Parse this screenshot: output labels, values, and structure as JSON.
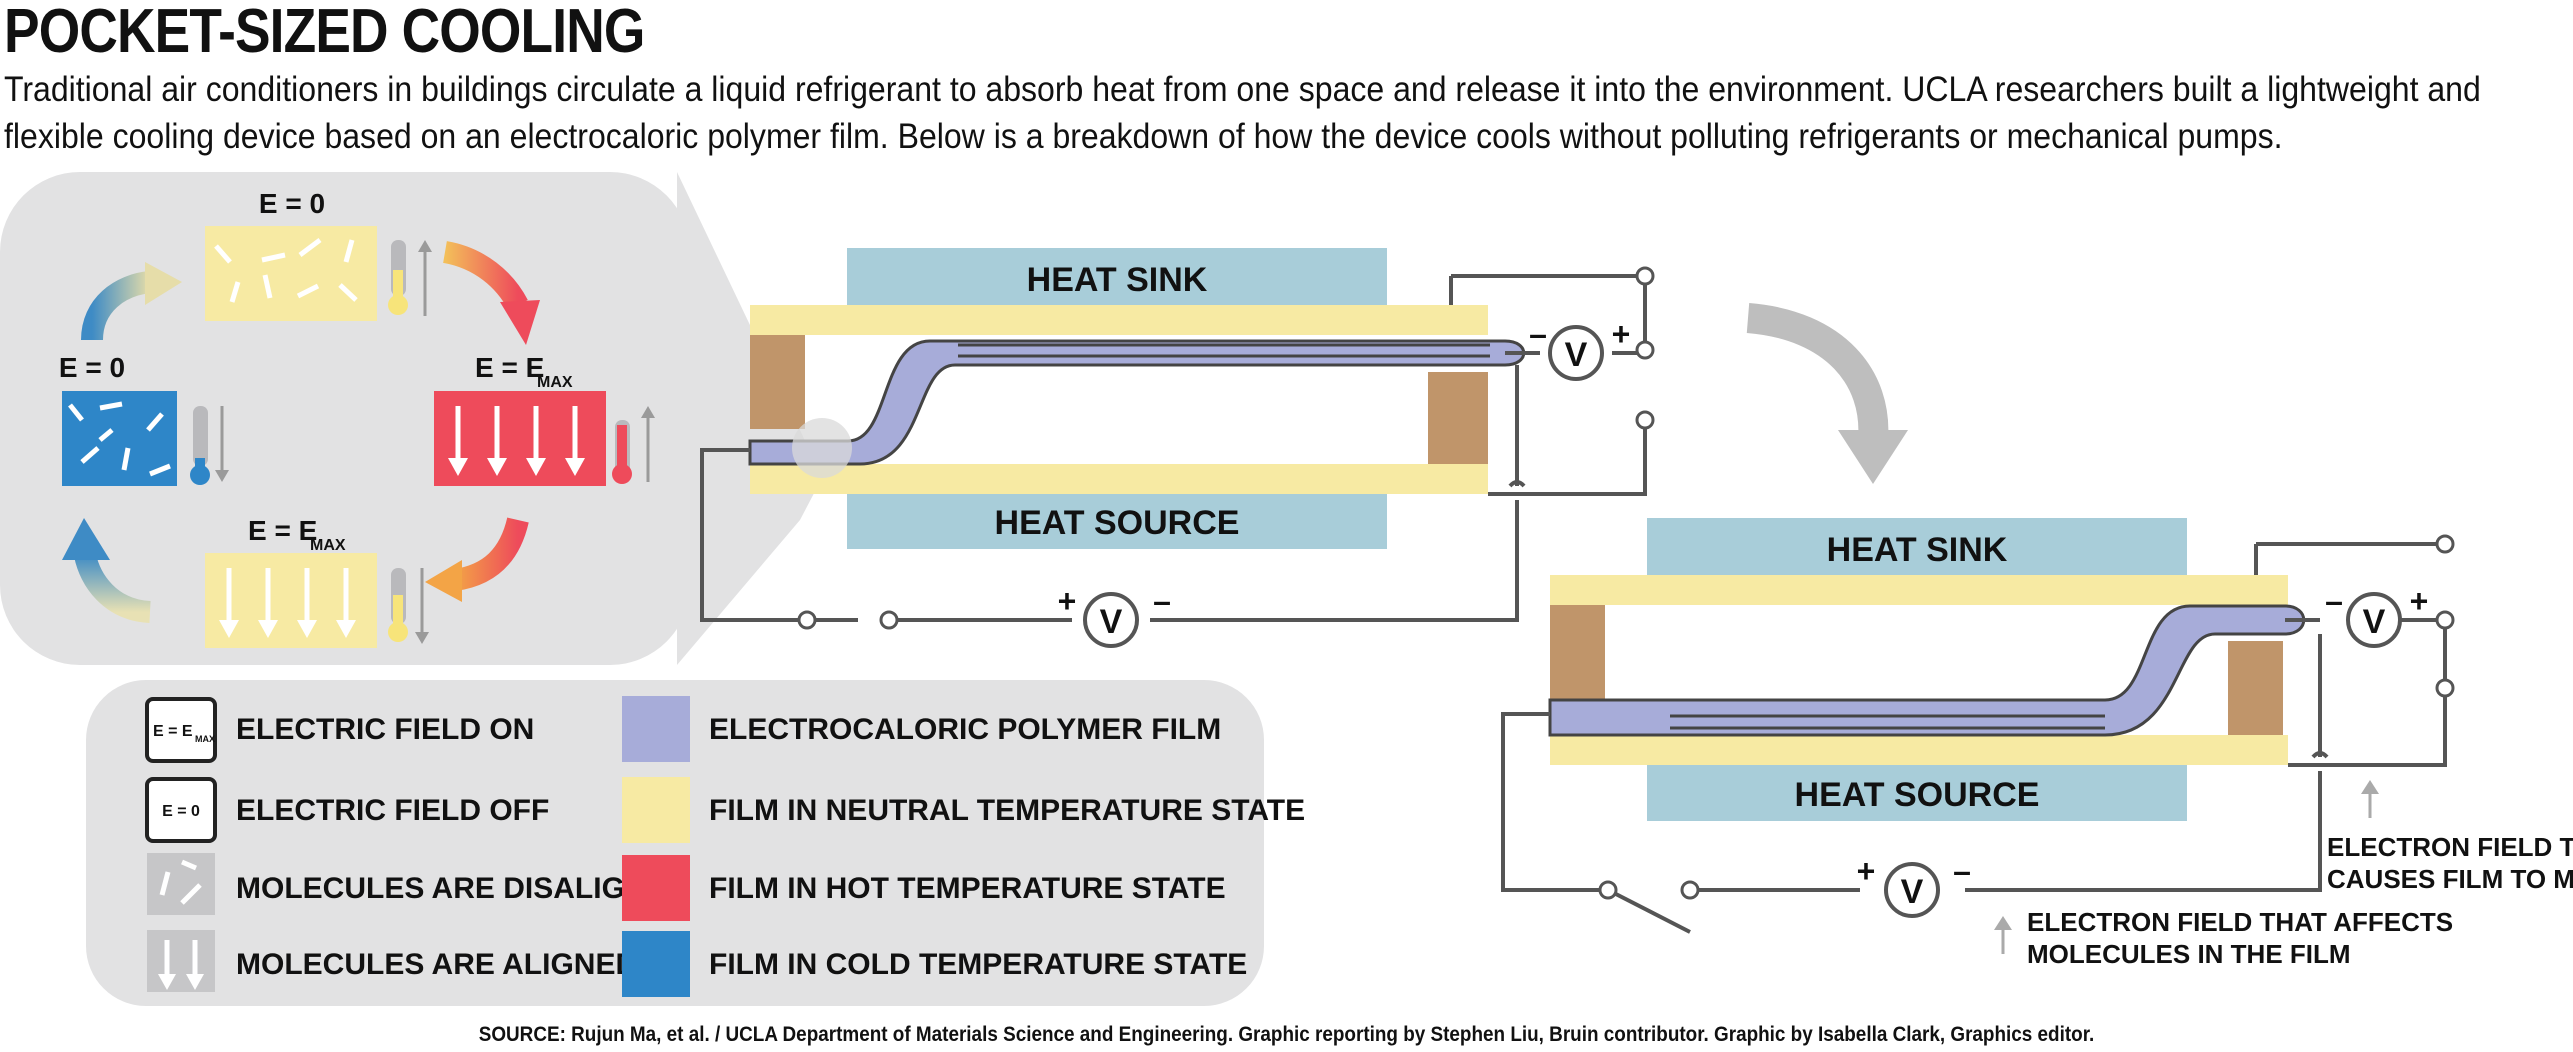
{
  "title": "POCKET-SIZED COOLING",
  "intro": "Traditional air conditioners in buildings circulate a liquid refrigerant to absorb heat from one space and release it into the environment. UCLA researchers built a lightweight and flexible cooling device based on an electrocaloric polymer film. Below is a breakdown of how the device cools without polluting refrigerants or mechanical pumps.",
  "cycle": {
    "top_label": "E = 0",
    "right_label": "E = E",
    "right_sub": "MAX",
    "bottom_label": "E = E",
    "bottom_sub": "MAX",
    "left_label": "E = 0"
  },
  "device1": {
    "heat_sink": "HEAT SINK",
    "heat_source": "HEAT SOURCE"
  },
  "device2": {
    "heat_sink": "HEAT SINK",
    "heat_source": "HEAT SOURCE"
  },
  "meters": {
    "symbol": "V",
    "plus": "+",
    "minus": "–"
  },
  "annotations": {
    "film_move_1": "ELECTRON FIELD THAT",
    "film_move_2": "CAUSES FILM TO MOVE",
    "molecules_1": "ELECTRON FIELD THAT AFFECTS",
    "molecules_2": "MOLECULES IN THE FILM"
  },
  "legend": {
    "icon_on_text": "E = E",
    "icon_on_sub": "MAX",
    "icon_off_text": "E = 0",
    "field_on": "ELECTRIC FIELD ON",
    "field_off": "ELECTRIC FIELD OFF",
    "disaligned": "MOLECULES ARE DISALIGNED",
    "aligned": "MOLECULES ARE ALIGNED",
    "polymer": "ELECTROCALORIC POLYMER FILM",
    "neutral": "FILM IN NEUTRAL TEMPERATURE STATE",
    "hot": "FILM IN HOT TEMPERATURE STATE",
    "cold": "FILM IN COLD TEMPERATURE STATE"
  },
  "source": "SOURCE:  Rujun Ma, et al. / UCLA Department of Materials Science and Engineering. Graphic reporting by Stephen Liu, Bruin contributor. Graphic by Isabella Clark, Graphics editor.",
  "colors": {
    "neutral": "#f7eaa3",
    "hot": "#ee4b5b",
    "cold": "#2e86c8",
    "polymer": "#a7acd9",
    "heat": "#a8cdd9",
    "electrode": "#c0956a",
    "panel": "#e2e2e3",
    "wire": "#555555"
  }
}
